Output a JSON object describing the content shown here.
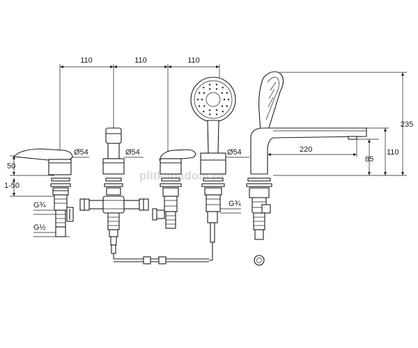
{
  "dimensions": {
    "spacing_1": "110",
    "spacing_2": "110",
    "spacing_3": "110",
    "dia_lever": "Ø54",
    "dia_divert": "Ø54",
    "dia_shower": "Ø54",
    "spout_reach": "220",
    "total_height": "235",
    "spout_height": "110",
    "outlet_height": "85",
    "lever_height": "50",
    "deck_range": "1-50",
    "thread_3_4_left": "G¾",
    "thread_1_2": "G½",
    "thread_3_4_right": "G¾"
  },
  "watermark": "plitkanadom.ru"
}
